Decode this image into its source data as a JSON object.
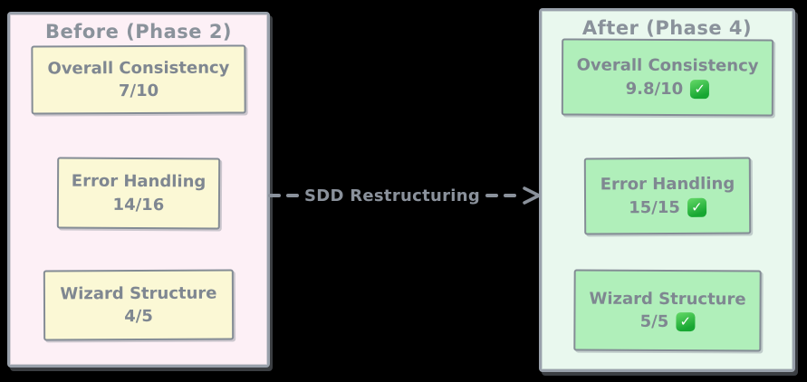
{
  "canvas": {
    "background_color": "#000000"
  },
  "colors": {
    "panel_border": "#99a1ab",
    "text_gray": "#7f8791",
    "before_panel_fill": "#fdf0f6",
    "before_box_fill": "#fbf8d5",
    "after_panel_fill": "#e9f8ee",
    "after_box_fill": "#b0efba",
    "check_green": "#17a732",
    "arrow_gray": "#8a919b"
  },
  "arrow": {
    "label": "SDD Restructuring"
  },
  "panels": {
    "before": {
      "title": "Before (Phase 2)",
      "boxes": [
        {
          "label": "Overall Consistency",
          "score": "7/10"
        },
        {
          "label": "Error Handling",
          "score": "14/16"
        },
        {
          "label": "Wizard Structure",
          "score": "4/5"
        }
      ]
    },
    "after": {
      "title": "After (Phase 4)",
      "check_icon_glyph": "✓",
      "boxes": [
        {
          "label": "Overall Consistency",
          "score": "9.8/10"
        },
        {
          "label": "Error Handling",
          "score": "15/15"
        },
        {
          "label": "Wizard Structure",
          "score": "5/5"
        }
      ]
    }
  }
}
